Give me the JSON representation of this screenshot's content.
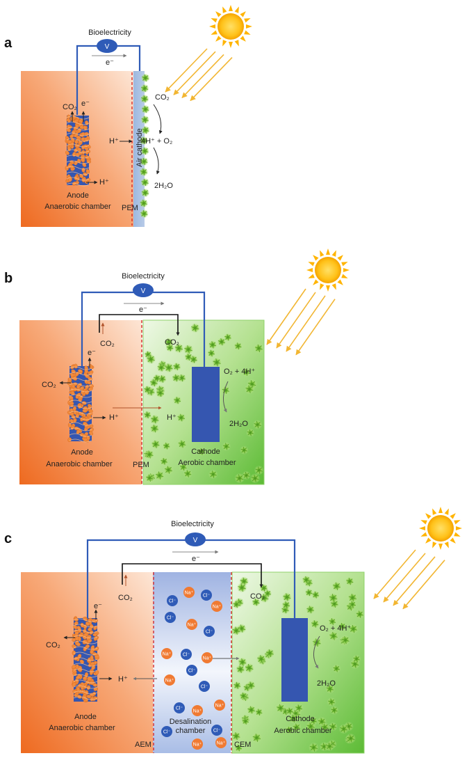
{
  "panels": {
    "a": {
      "letter": "a",
      "bioelectricity": "Bioelectricity",
      "voltmeter": "V",
      "electron_flow": "e⁻",
      "anode_co2": "CO₂",
      "anode_e": "e⁻",
      "anode_h": "H⁺",
      "proton_cross": "H⁺",
      "air_cathode": "Air cathode",
      "co2_in": "CO₂",
      "reaction": "4H⁺ + O₂",
      "water": "2H₂O",
      "anode_label": "Anode",
      "chamber_label": "Anaerobic chamber",
      "membrane": "PEM"
    },
    "b": {
      "letter": "b",
      "bioelectricity": "Bioelectricity",
      "voltmeter": "V",
      "electron_flow": "e⁻",
      "anode_co2_top": "CO₂",
      "cathode_co2_top": "CO₂",
      "anode_e": "e⁻",
      "anode_co2_side": "CO₂",
      "anode_h": "H⁺",
      "cathode_h": "H⁺",
      "reaction": "O₂ + 4H⁺",
      "water": "2H₂O",
      "anode_label": "Anode",
      "anode_chamber": "Anaerobic chamber",
      "membrane": "PEM",
      "cathode_label": "Cathode",
      "cathode_chamber": "Aerobic chamber"
    },
    "c": {
      "letter": "c",
      "bioelectricity": "Bioelectricity",
      "voltmeter": "V",
      "electron_flow": "e⁻",
      "anode_co2_top": "CO₂",
      "cathode_co2_top": "CO₂",
      "anode_e": "e⁻",
      "anode_co2_side": "CO₂",
      "anode_h": "H⁺",
      "reaction": "O₂ + 4H⁺",
      "water": "2H₂O",
      "anode_label": "Anode",
      "anode_chamber": "Anaerobic chamber",
      "desal_line1": "Desalination",
      "desal_line2": "chamber",
      "aem": "AEM",
      "cem": "CEM",
      "cathode_label": "Cathode",
      "cathode_chamber": "Aerobic chamber",
      "cl_ion": "Cl⁻",
      "na_ion": "Na⁺"
    }
  },
  "colors": {
    "anaerobic_fill": "#f07a32",
    "aerobic_fill": "#6cc24a",
    "wire": "#2f5bb7",
    "electrode": "#3556b0",
    "membrane": "#d62828",
    "sun": "#ffc21a",
    "rays": "#f2b632",
    "algae": "#7dc242"
  }
}
